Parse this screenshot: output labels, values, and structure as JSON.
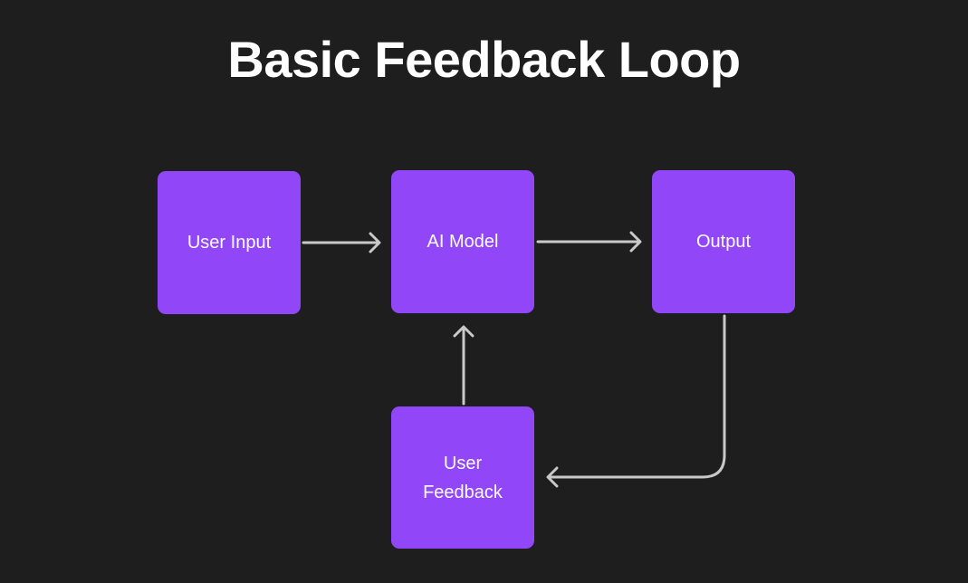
{
  "title": "Basic Feedback Loop",
  "theme": {
    "background": "#1f1e1e",
    "node_fill": "#9147f7",
    "node_text": "#fdfcff",
    "title_color": "#ffffff",
    "arrow_color": "#c9c9c9"
  },
  "nodes": [
    {
      "id": "user-input",
      "label": "User Input"
    },
    {
      "id": "ai-model",
      "label": "AI Model"
    },
    {
      "id": "output",
      "label": "Output"
    },
    {
      "id": "user-feedback",
      "label": "User Feedback"
    }
  ],
  "edges": [
    {
      "from": "user-input",
      "to": "ai-model"
    },
    {
      "from": "ai-model",
      "to": "output"
    },
    {
      "from": "output",
      "to": "user-feedback"
    },
    {
      "from": "user-feedback",
      "to": "ai-model"
    }
  ]
}
